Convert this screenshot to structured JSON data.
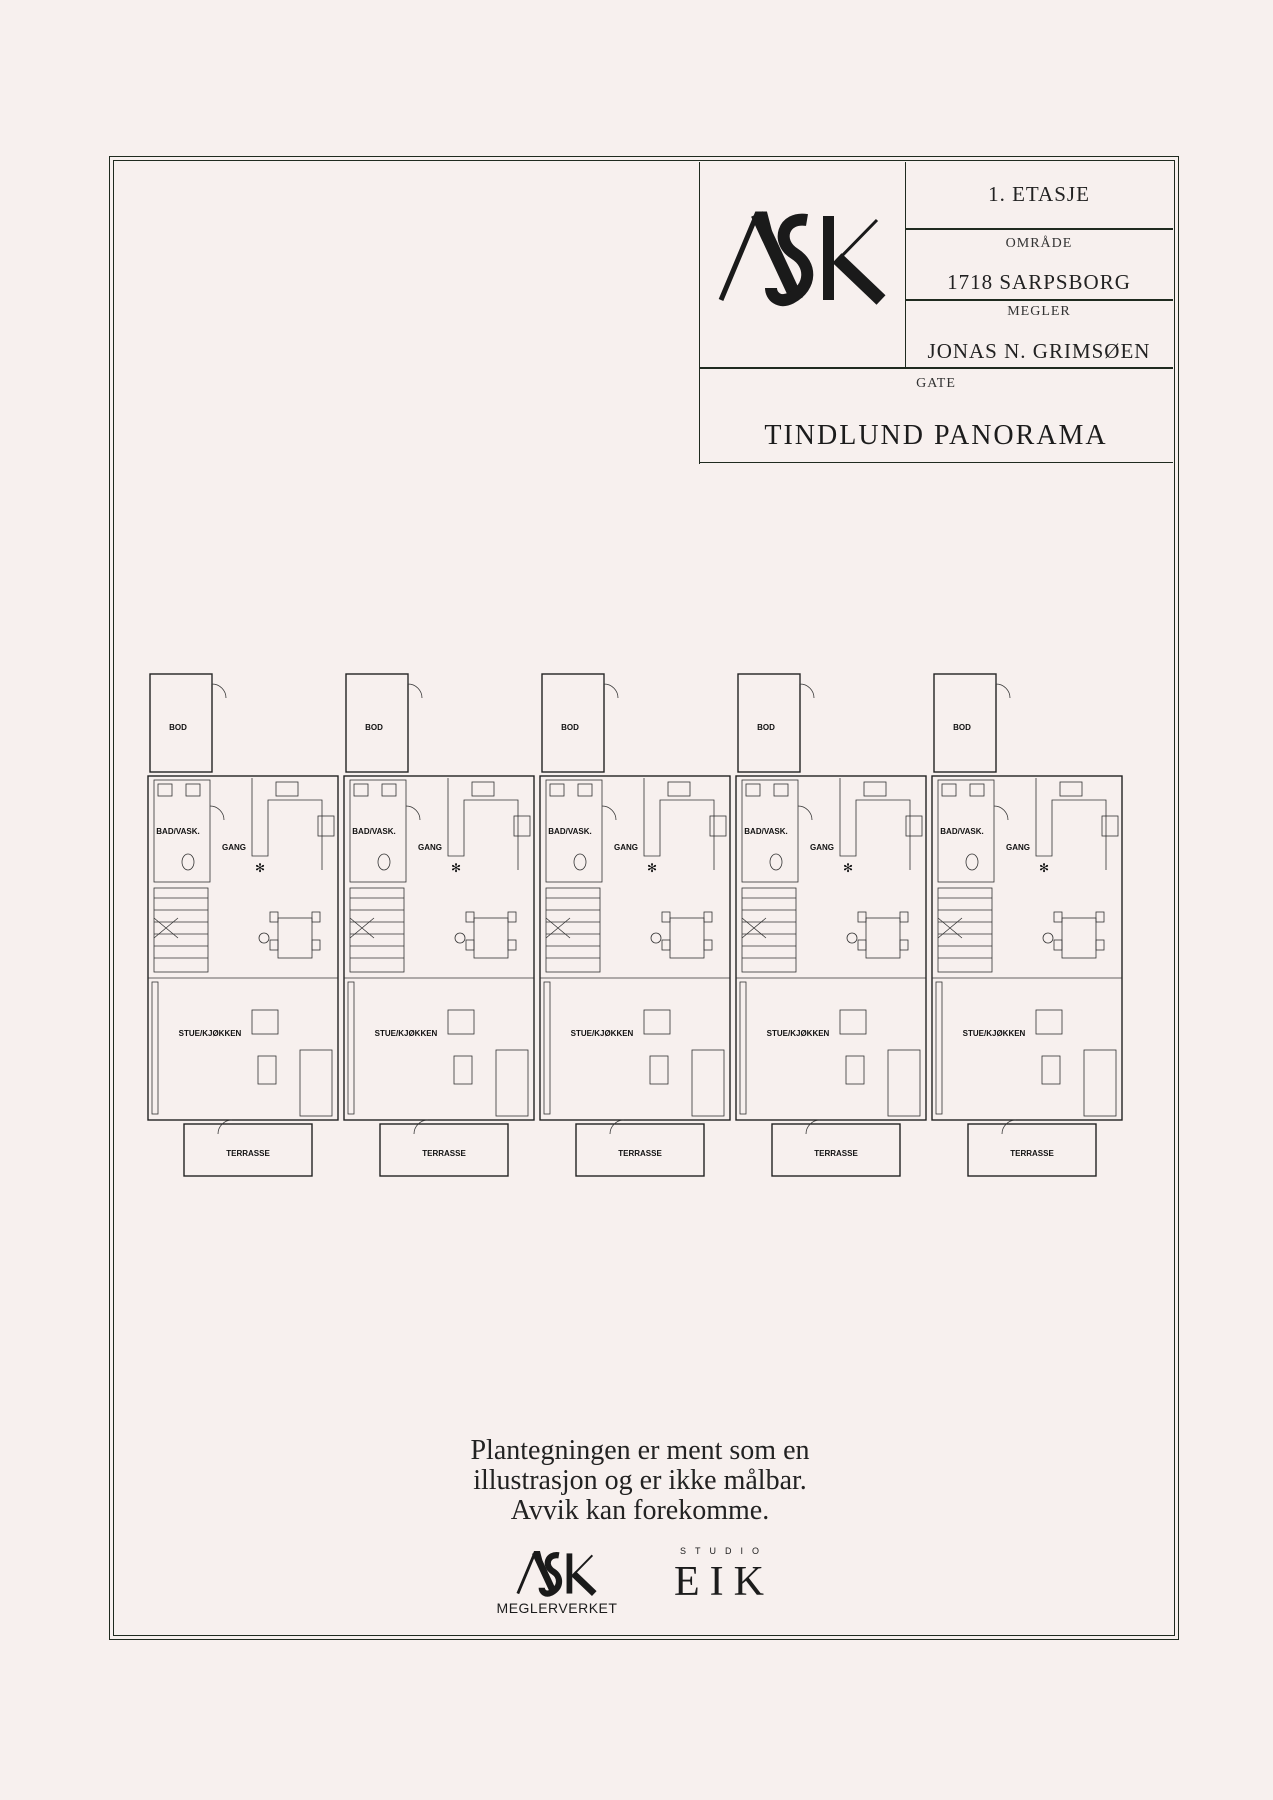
{
  "title_block": {
    "floor": "1. ETASJE",
    "area_label": "OMRÅDE",
    "area_value": "1718 SARPSBORG",
    "broker_label": "MEGLER",
    "broker_value": "JONAS N. GRIMSØEN",
    "street_label": "GATE",
    "street_value": "TINDLUND PANORAMA"
  },
  "logo": {
    "brand": "ASK",
    "subtitle": "MEGLERVERKET"
  },
  "studio": {
    "small": "STUDIO",
    "name": "EIK"
  },
  "plan": {
    "units": 5,
    "rooms": {
      "storage": "BOD",
      "bath": "BAD/VASK.",
      "hall": "GANG",
      "living": "STUE/KJØKKEN",
      "terrace": "TERRASSE"
    }
  },
  "disclaimer": {
    "line1": "Plantegningen er ment som en",
    "line2": "illustrasjon og er ikke målbar.",
    "line3": "Avvik kan forekomme."
  },
  "colors": {
    "background": "#f7f0ee",
    "frame": "#1f2a1f"
  }
}
